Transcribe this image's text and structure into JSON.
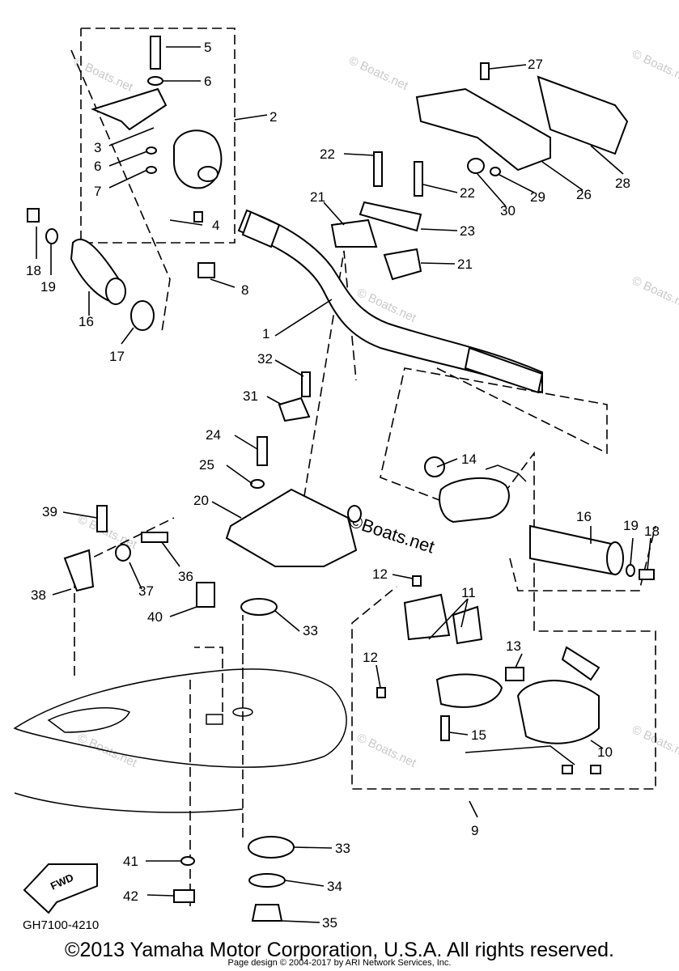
{
  "diagram_code": "GH7100-4210",
  "fwd_label": "FWD",
  "watermark": "© Boats.net",
  "watermark_big": "©Boats.net",
  "copyright": "©2013 Yamaha Motor Corporation, U.S.A. All rights reserved.",
  "page_design": "Page design © 2004-2017 by ARI Network Services, Inc.",
  "callouts": {
    "n1": "1",
    "n2": "2",
    "n3": "3",
    "n4": "4",
    "n5": "5",
    "n6a": "6",
    "n6b": "6",
    "n7": "7",
    "n8": "8",
    "n9": "9",
    "n10": "10",
    "n11": "11",
    "n12a": "12",
    "n12b": "12",
    "n13": "13",
    "n14": "14",
    "n15": "15",
    "n16a": "16",
    "n16b": "16",
    "n17": "17",
    "n18a": "18",
    "n18b": "18",
    "n19a": "19",
    "n19b": "19",
    "n20": "20",
    "n21a": "21",
    "n21b": "21",
    "n22a": "22",
    "n22b": "22",
    "n23": "23",
    "n24": "24",
    "n25": "25",
    "n26": "26",
    "n27": "27",
    "n28": "28",
    "n29": "29",
    "n30": "30",
    "n31": "31",
    "n32": "32",
    "n33a": "33",
    "n33b": "33",
    "n34": "34",
    "n35": "35",
    "n36": "36",
    "n37": "37",
    "n38": "38",
    "n39": "39",
    "n40": "40",
    "n41": "41",
    "n42": "42"
  }
}
